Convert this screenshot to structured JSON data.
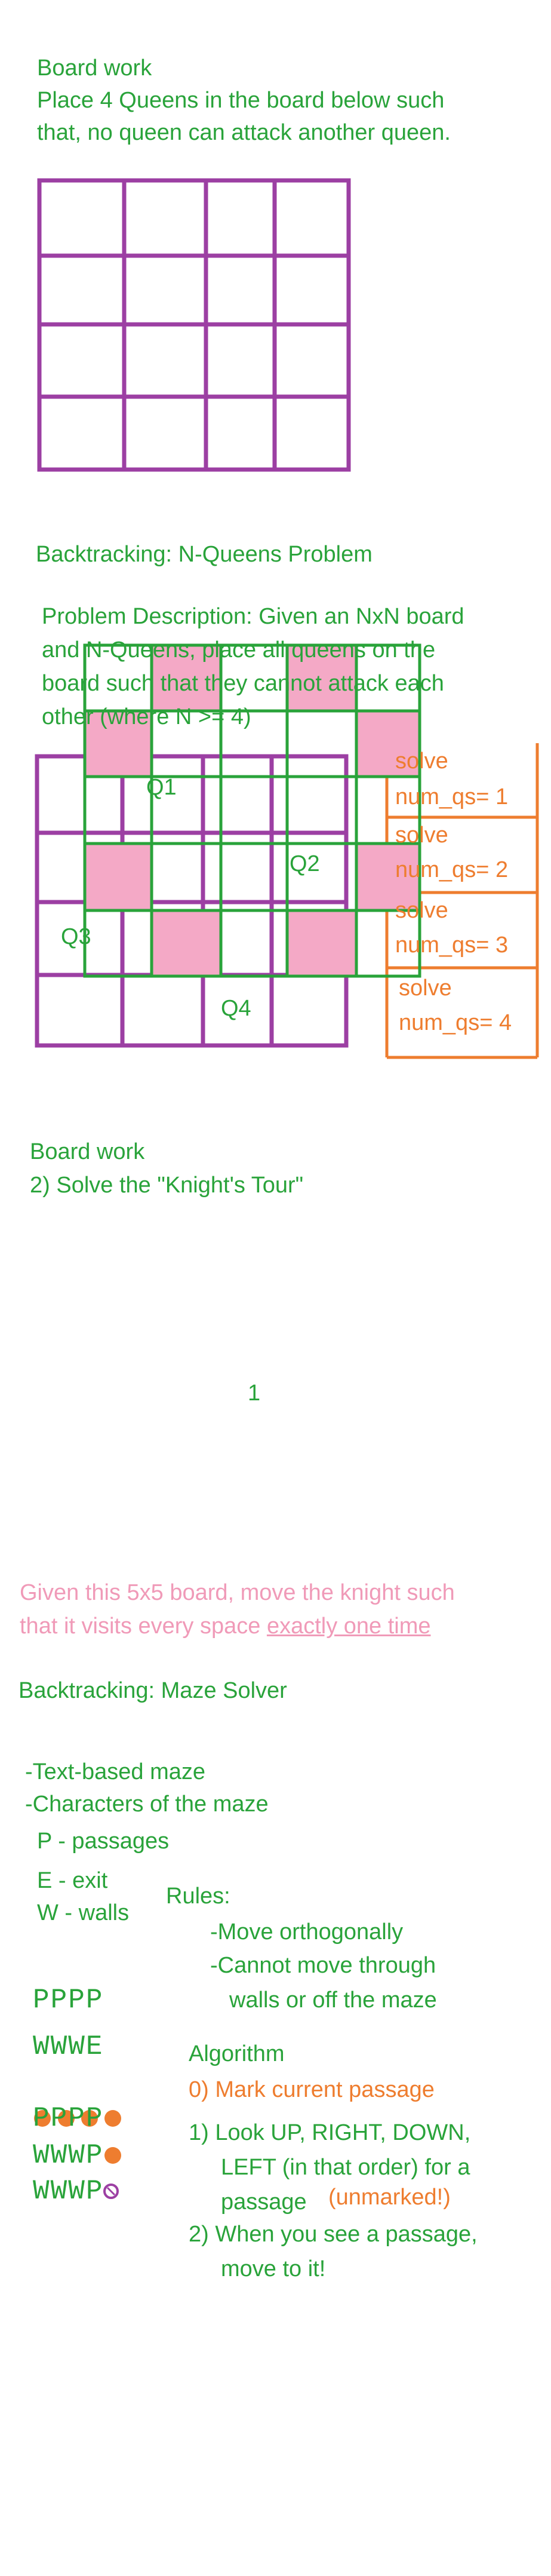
{
  "section1": {
    "title": "Board work",
    "line1": "Place 4 Queens in the board below such",
    "line2": "that, no queen can attack another queen."
  },
  "section2": {
    "title": "Backtracking: N-Queens Problem",
    "desc": [
      "Problem Description: Given an NxN board",
      "and N-Queens, place all queens on the",
      "board such that they cannot attack each",
      "other (where N >= 4)"
    ],
    "queens": [
      "Q1",
      "Q2",
      "Q3",
      "Q4"
    ],
    "stack": [
      {
        "line1": "solve",
        "line2": "num_qs= 1"
      },
      {
        "line1": "solve",
        "line2": "num_qs= 2"
      },
      {
        "line1": "solve",
        "line2": "num_qs= 3"
      },
      {
        "line1": "solve",
        "line2": "num_qs= 4"
      }
    ]
  },
  "section3": {
    "title": "Board work",
    "subtitle": "2) Solve the \"Knight's Tour\"",
    "start_mark": "1",
    "caption_line1": "Given this 5x5 board, move the knight such",
    "caption_line2_prefix": "that it visits every space ",
    "caption_line2_underlined": "exactly one time"
  },
  "section4": {
    "title": "Backtracking: Maze Solver",
    "notes": [
      "-Text-based maze",
      "-Characters of the maze",
      "P - passages",
      "E  - exit",
      "W - walls"
    ],
    "rules_title": "Rules:",
    "rules": [
      "-Move orthogonally",
      "-Cannot move through",
      "walls or off the maze"
    ],
    "maze": [
      "PPPP",
      "WWWE",
      "PPPP",
      "WWWP",
      "WWWP"
    ],
    "algorithm_title": "Algorithm",
    "steps": [
      "0) Mark current passage",
      "1) Look UP, RIGHT, DOWN,",
      "LEFT (in that order) for a",
      "passage",
      "(unmarked!)",
      "2) When you see a passage,",
      "move to it!"
    ]
  },
  "colors": {
    "green": "#29a33a",
    "purple": "#9c3fa3",
    "orange": "#ee7d2f",
    "pink": "#f4a9c6"
  }
}
